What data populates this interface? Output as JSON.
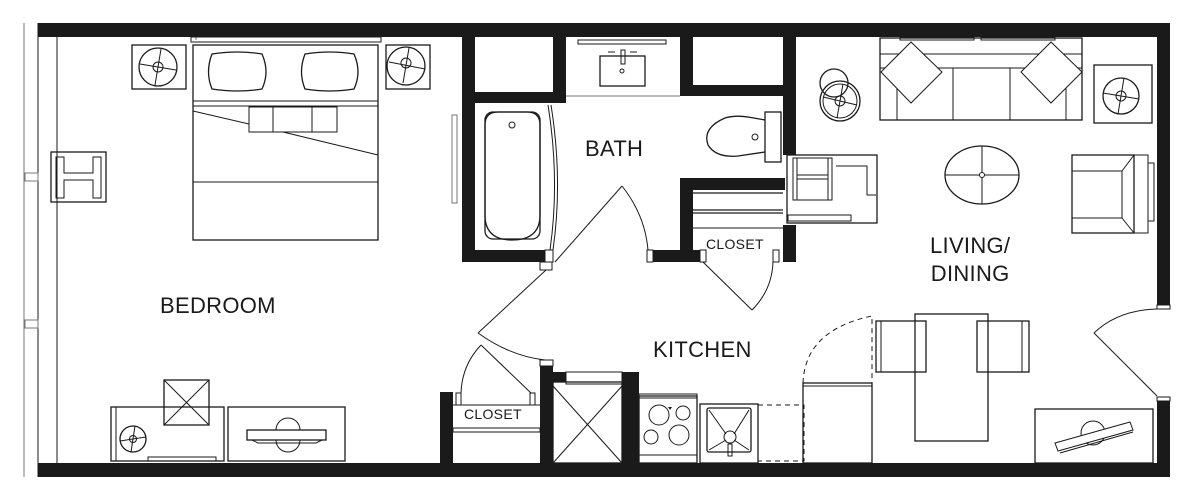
{
  "floor_plan": {
    "type": "studio-apartment-floor-plan",
    "colors": {
      "wall": "#1a1a1a",
      "background": "#ffffff",
      "line": "#1a1a1a"
    },
    "rooms": [
      {
        "id": "bedroom",
        "label": "BEDROOM"
      },
      {
        "id": "bath",
        "label": "BATH"
      },
      {
        "id": "kitchen",
        "label": "KITCHEN"
      },
      {
        "id": "living-dining",
        "label": "LIVING/\nDINING"
      },
      {
        "id": "closet-bath",
        "label": "CLOSET"
      },
      {
        "id": "closet-kitchen",
        "label": "CLOSET"
      }
    ],
    "fixtures": [
      "queen-bed",
      "nightstand-left",
      "nightstand-right",
      "armchair-bedroom",
      "dresser",
      "tv-bedroom",
      "bathtub",
      "sink",
      "toilet",
      "stacked-washer-dryer",
      "range",
      "kitchen-sink",
      "dishwasher",
      "refrigerator",
      "sofa",
      "side-table",
      "floor-lamp",
      "coffee-table",
      "armchair-living",
      "dining-table",
      "dining-chairs",
      "desk",
      "tv-living"
    ]
  }
}
